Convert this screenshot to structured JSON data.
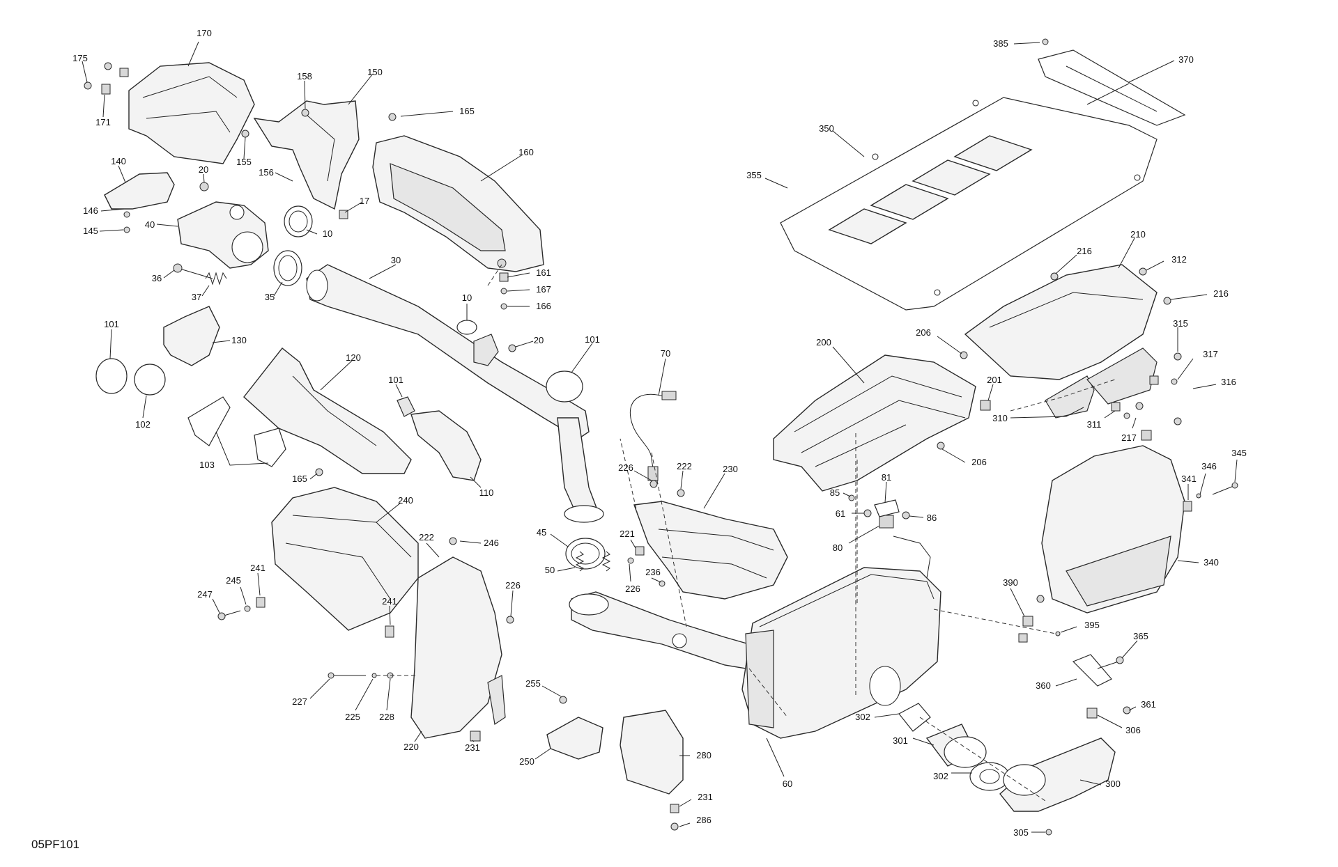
{
  "diagram": {
    "reference_code": "05PF101",
    "callouts": [
      {
        "id": "c170",
        "text": "170"
      },
      {
        "id": "c175",
        "text": "175"
      },
      {
        "id": "c171",
        "text": "171"
      },
      {
        "id": "c158",
        "text": "158"
      },
      {
        "id": "c150",
        "text": "150"
      },
      {
        "id": "c155",
        "text": "155"
      },
      {
        "id": "c156",
        "text": "156"
      },
      {
        "id": "c17",
        "text": "17"
      },
      {
        "id": "c165a",
        "text": "165"
      },
      {
        "id": "c160",
        "text": "160"
      },
      {
        "id": "c140",
        "text": "140"
      },
      {
        "id": "c20a",
        "text": "20"
      },
      {
        "id": "c146",
        "text": "146"
      },
      {
        "id": "c145",
        "text": "145"
      },
      {
        "id": "c40",
        "text": "40"
      },
      {
        "id": "c10a",
        "text": "10"
      },
      {
        "id": "c30",
        "text": "30"
      },
      {
        "id": "c36",
        "text": "36"
      },
      {
        "id": "c37",
        "text": "37"
      },
      {
        "id": "c35",
        "text": "35"
      },
      {
        "id": "c161",
        "text": "161"
      },
      {
        "id": "c167",
        "text": "167"
      },
      {
        "id": "c166",
        "text": "166"
      },
      {
        "id": "c10b",
        "text": "10"
      },
      {
        "id": "c20b",
        "text": "20"
      },
      {
        "id": "c101a",
        "text": "101"
      },
      {
        "id": "c130",
        "text": "130"
      },
      {
        "id": "c120",
        "text": "120"
      },
      {
        "id": "c101b",
        "text": "101"
      },
      {
        "id": "c101c",
        "text": "101"
      },
      {
        "id": "c102",
        "text": "102"
      },
      {
        "id": "c103",
        "text": "103"
      },
      {
        "id": "c110",
        "text": "110"
      },
      {
        "id": "c70",
        "text": "70"
      },
      {
        "id": "c226a",
        "text": "226"
      },
      {
        "id": "c222a",
        "text": "222"
      },
      {
        "id": "c230",
        "text": "230"
      },
      {
        "id": "c165b",
        "text": "165"
      },
      {
        "id": "c240",
        "text": "240"
      },
      {
        "id": "c45",
        "text": "45"
      },
      {
        "id": "c50",
        "text": "50"
      },
      {
        "id": "c221",
        "text": "221"
      },
      {
        "id": "c226b",
        "text": "226"
      },
      {
        "id": "c236",
        "text": "236"
      },
      {
        "id": "c222b",
        "text": "222"
      },
      {
        "id": "c246",
        "text": "246"
      },
      {
        "id": "c247",
        "text": "247"
      },
      {
        "id": "c245",
        "text": "245"
      },
      {
        "id": "c241a",
        "text": "241"
      },
      {
        "id": "c241b",
        "text": "241"
      },
      {
        "id": "c226c",
        "text": "226"
      },
      {
        "id": "c227",
        "text": "227"
      },
      {
        "id": "c225",
        "text": "225"
      },
      {
        "id": "c228",
        "text": "228"
      },
      {
        "id": "c220",
        "text": "220"
      },
      {
        "id": "c231a",
        "text": "231"
      },
      {
        "id": "c255",
        "text": "255"
      },
      {
        "id": "c250",
        "text": "250"
      },
      {
        "id": "c280",
        "text": "280"
      },
      {
        "id": "c231b",
        "text": "231"
      },
      {
        "id": "c286",
        "text": "286"
      },
      {
        "id": "c385",
        "text": "385"
      },
      {
        "id": "c370",
        "text": "370"
      },
      {
        "id": "c350",
        "text": "350"
      },
      {
        "id": "c355",
        "text": "355"
      },
      {
        "id": "c216a",
        "text": "216"
      },
      {
        "id": "c210",
        "text": "210"
      },
      {
        "id": "c312",
        "text": "312"
      },
      {
        "id": "c216b",
        "text": "216"
      },
      {
        "id": "c206a",
        "text": "206"
      },
      {
        "id": "c315",
        "text": "315"
      },
      {
        "id": "c200",
        "text": "200"
      },
      {
        "id": "c317",
        "text": "317"
      },
      {
        "id": "c316",
        "text": "316"
      },
      {
        "id": "c201",
        "text": "201"
      },
      {
        "id": "c310",
        "text": "310"
      },
      {
        "id": "c311",
        "text": "311"
      },
      {
        "id": "c217",
        "text": "217"
      },
      {
        "id": "c206b",
        "text": "206"
      },
      {
        "id": "c345",
        "text": "345"
      },
      {
        "id": "c346",
        "text": "346"
      },
      {
        "id": "c341",
        "text": "341"
      },
      {
        "id": "c81",
        "text": "81"
      },
      {
        "id": "c85",
        "text": "85"
      },
      {
        "id": "c61",
        "text": "61"
      },
      {
        "id": "c86",
        "text": "86"
      },
      {
        "id": "c80",
        "text": "80"
      },
      {
        "id": "c340",
        "text": "340"
      },
      {
        "id": "c390",
        "text": "390"
      },
      {
        "id": "c395",
        "text": "395"
      },
      {
        "id": "c365",
        "text": "365"
      },
      {
        "id": "c360",
        "text": "360"
      },
      {
        "id": "c361",
        "text": "361"
      },
      {
        "id": "c302a",
        "text": "302"
      },
      {
        "id": "c306",
        "text": "306"
      },
      {
        "id": "c301",
        "text": "301"
      },
      {
        "id": "c60",
        "text": "60"
      },
      {
        "id": "c302b",
        "text": "302"
      },
      {
        "id": "c300",
        "text": "300"
      },
      {
        "id": "c305",
        "text": "305"
      }
    ]
  }
}
